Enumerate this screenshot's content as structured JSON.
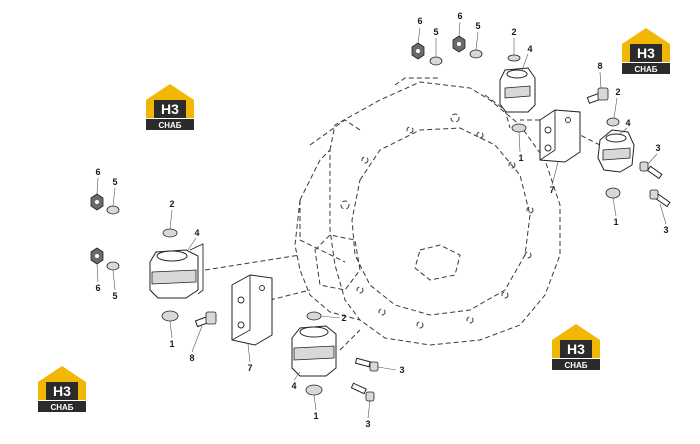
{
  "logo": {
    "letters": "H3",
    "brand": "СНАБ",
    "colors": {
      "gold": "#f2b705",
      "dark": "#2b2b2b",
      "white": "#ffffff"
    }
  },
  "callouts": {
    "c_6a": "6",
    "c_5a": "5",
    "c_6b": "6",
    "c_5b": "5",
    "c_2a": "2",
    "c_4a": "4",
    "c_8a": "8",
    "c_2b": "2",
    "c_4b": "4",
    "c_1a": "1",
    "c_7a": "7",
    "c_3a": "3",
    "c_1b": "1",
    "c_3b": "3",
    "c_6c": "6",
    "c_5c": "5",
    "c_6d": "6",
    "c_5d": "5",
    "c_2c": "2",
    "c_4c": "4",
    "c_1c": "1",
    "c_8b": "8",
    "c_7b": "7",
    "c_2d": "2",
    "c_4d": "4",
    "c_3c": "3",
    "c_1d": "1",
    "c_3d": "3"
  }
}
